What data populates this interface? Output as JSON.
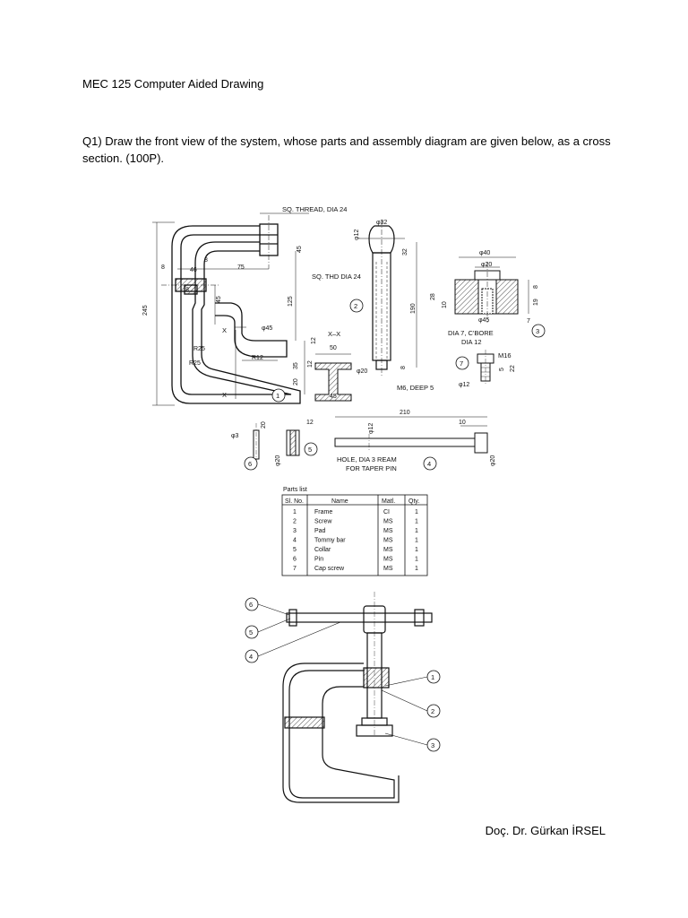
{
  "document": {
    "course_title": "MEC 125 Computer Aided Drawing",
    "question": "Q1) Draw the front view of the system, whose parts and assembly diagram are given below, as a cross section. (100P).",
    "signature": "Doç. Dr. Gürkan İRSEL"
  },
  "drawing": {
    "notes": {
      "sq_thread": "SQ. THREAD, DIA 24",
      "sq_thd": "SQ. THD DIA 24",
      "dia7_cbore": "DIA 7, C'BORE",
      "dia12": "DIA 12",
      "m16": "M16",
      "m6_deep": "M6, DEEP 5",
      "hole_ream": "HOLE, DIA 3 REAM",
      "taper_pin": "FOR TAPER PIN",
      "xx": "X–X",
      "x": "X"
    },
    "dims": {
      "d245": "245",
      "d8a": "8",
      "d46": "46",
      "d8b": "8",
      "d75": "75",
      "d8c": "8",
      "d45a": "45",
      "d125": "125",
      "d45b": "45",
      "d12a": "12",
      "d35": "35",
      "d20a": "20",
      "d50": "50",
      "d12b": "12",
      "d45c": "45",
      "r25a": "R25",
      "r25b": "R25",
      "r12": "R12",
      "phi45a": "φ45",
      "phi32": "φ32",
      "phi12a": "φ12",
      "d32": "32",
      "d190": "190",
      "phi20a": "φ20",
      "d8d": "8",
      "phi40": "φ40",
      "phi20b": "φ20",
      "d28": "28",
      "d10": "10",
      "d8e": "8",
      "d19": "19",
      "d7": "7",
      "phi45b": "φ45",
      "d5": "5",
      "d22": "22",
      "phi12b": "φ12",
      "phi3": "φ3",
      "d20b": "20",
      "phi20c": "φ20",
      "d12c": "12",
      "d210": "210",
      "d10b": "10",
      "phi12c": "φ12",
      "phi20d": "φ20"
    },
    "callouts": [
      "1",
      "2",
      "3",
      "4",
      "5",
      "6",
      "7"
    ],
    "assembly_callouts": [
      "6",
      "5",
      "4",
      "1",
      "2",
      "3"
    ]
  },
  "parts_list": {
    "title": "Parts list",
    "headers": [
      "Sl. No.",
      "Name",
      "Matl.",
      "Qty."
    ],
    "rows": [
      [
        "1",
        "Frame",
        "CI",
        "1"
      ],
      [
        "2",
        "Screw",
        "MS",
        "1"
      ],
      [
        "3",
        "Pad",
        "MS",
        "1"
      ],
      [
        "4",
        "Tommy bar",
        "MS",
        "1"
      ],
      [
        "5",
        "Collar",
        "MS",
        "1"
      ],
      [
        "6",
        "Pin",
        "MS",
        "1"
      ],
      [
        "7",
        "Cap screw",
        "MS",
        "1"
      ]
    ]
  }
}
